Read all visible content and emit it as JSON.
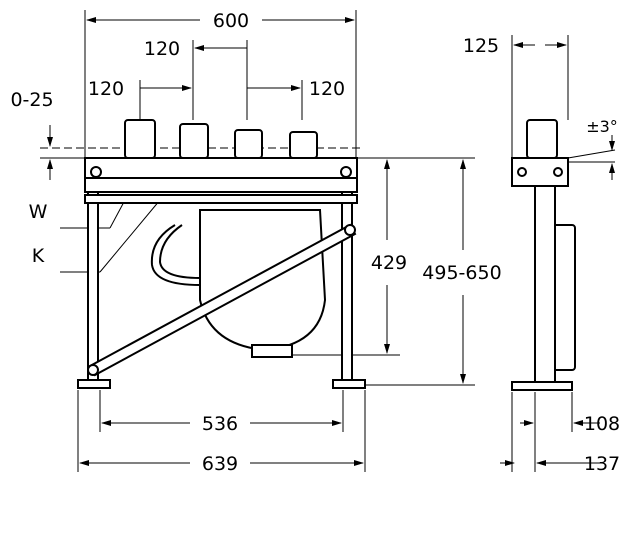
{
  "dimensions": {
    "overall_width_top": "600",
    "spacing_center": "120",
    "spacing_left": "120",
    "spacing_right": "120",
    "height_adjust": "0-25",
    "label_w": "W",
    "label_k": "K",
    "height_outlet": "429",
    "height_range": "495-650",
    "feet_spacing": "536",
    "overall_width_bottom": "639",
    "side_depth_top": "125",
    "tilt": "±3°",
    "side_depth_foot": "108",
    "side_depth_overall": "137"
  }
}
